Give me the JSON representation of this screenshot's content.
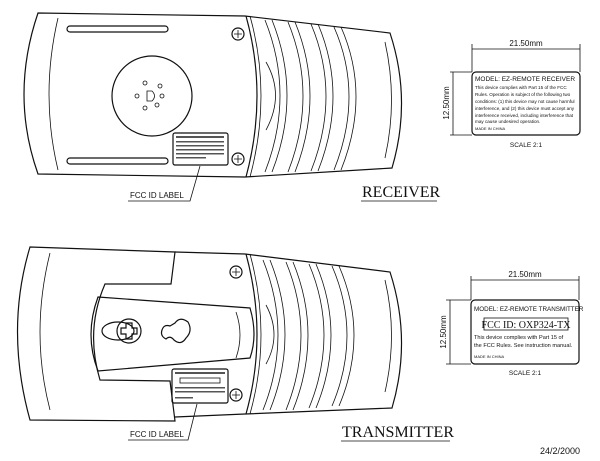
{
  "receiver": {
    "title": "RECEIVER",
    "leader_label": "FCC ID LABEL",
    "label_detail": {
      "model": "MODEL: EZ-REMOTE RECEIVER",
      "lines": [
        "This device complies with Part 15 of the FCC",
        "Rules. Operation is subject of the following two",
        "conditions: (1) this device may not cause harmful",
        "interference, and (2) this device must accept any",
        "interference received, including interference that",
        "may cause undesired operation."
      ],
      "origin": "MADE IN CHINA",
      "width_dim": "21.50mm",
      "height_dim": "12.50mm",
      "scale": "SCALE 2:1"
    }
  },
  "transmitter": {
    "title": "TRANSMITTER",
    "leader_label": "FCC ID LABEL",
    "label_detail": {
      "model": "MODEL: EZ-REMOTE TRANSMITTER",
      "fcc_id": "FCC ID: OXP324-TX",
      "lines": [
        "This device complies with Part 15 of",
        "the FCC Rules. See instruction manual."
      ],
      "origin": "MADE IN CHINA",
      "width_dim": "21.50mm",
      "height_dim": "12.50mm",
      "scale": "SCALE 2:1"
    }
  },
  "date": "24/2/2000"
}
